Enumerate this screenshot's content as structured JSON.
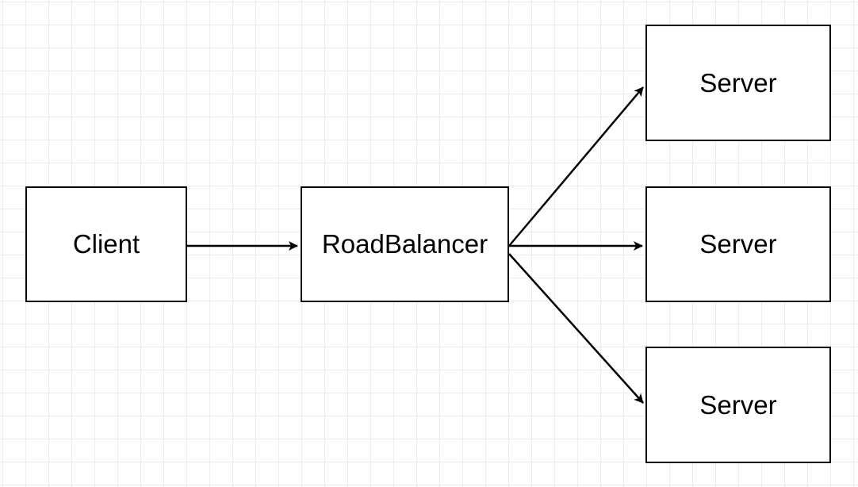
{
  "diagram": {
    "nodes": {
      "client": "Client",
      "load_balancer": "RoadBalancer",
      "server_top": "Server",
      "server_middle": "Server",
      "server_bottom": "Server"
    },
    "edges": [
      {
        "from": "Client",
        "to": "RoadBalancer"
      },
      {
        "from": "RoadBalancer",
        "to": "Server (top)"
      },
      {
        "from": "RoadBalancer",
        "to": "Server (middle)"
      },
      {
        "from": "RoadBalancer",
        "to": "Server (bottom)"
      }
    ],
    "colors": {
      "stroke": "#000000",
      "fill": "#ffffff",
      "grid": "#ececec"
    }
  }
}
